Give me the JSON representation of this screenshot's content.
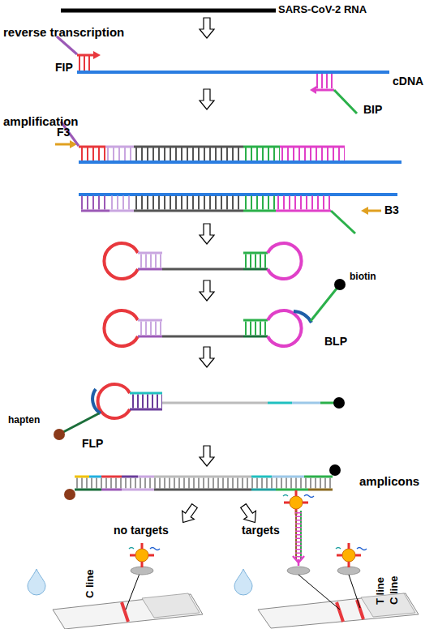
{
  "diagram": {
    "labels": [
      "SARS-CoV-2 RNA",
      "reverse transcription",
      "FIP",
      "cDNA",
      "BIP",
      "amplification",
      "F3",
      "B3",
      "biotin",
      "BLP",
      "hapten",
      "FLP",
      "amplicons",
      "no targets",
      "targets",
      "C line",
      "T line",
      "C line"
    ]
  }
}
